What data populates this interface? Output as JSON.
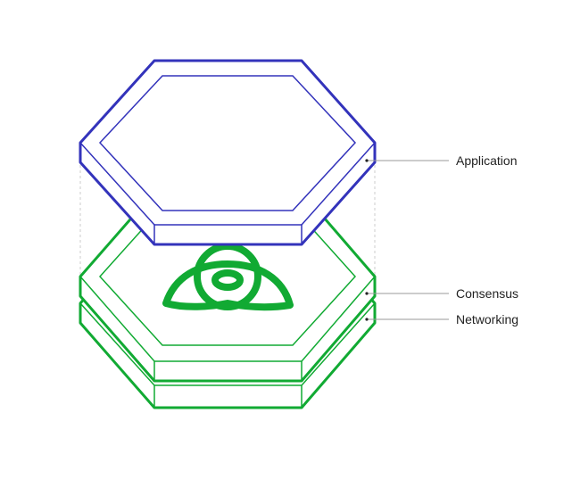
{
  "layers": [
    {
      "id": "application",
      "label": "Application",
      "color": "#3333bb"
    },
    {
      "id": "consensus",
      "label": "Consensus",
      "color": "#11aa33"
    },
    {
      "id": "networking",
      "label": "Networking",
      "color": "#11aa33"
    }
  ],
  "colors": {
    "leader_line": "#999999",
    "guide_line": "#cccccc",
    "label_text": "#222222",
    "logo": "#11aa33"
  },
  "icons": [
    "tendermint-logo-icon"
  ]
}
